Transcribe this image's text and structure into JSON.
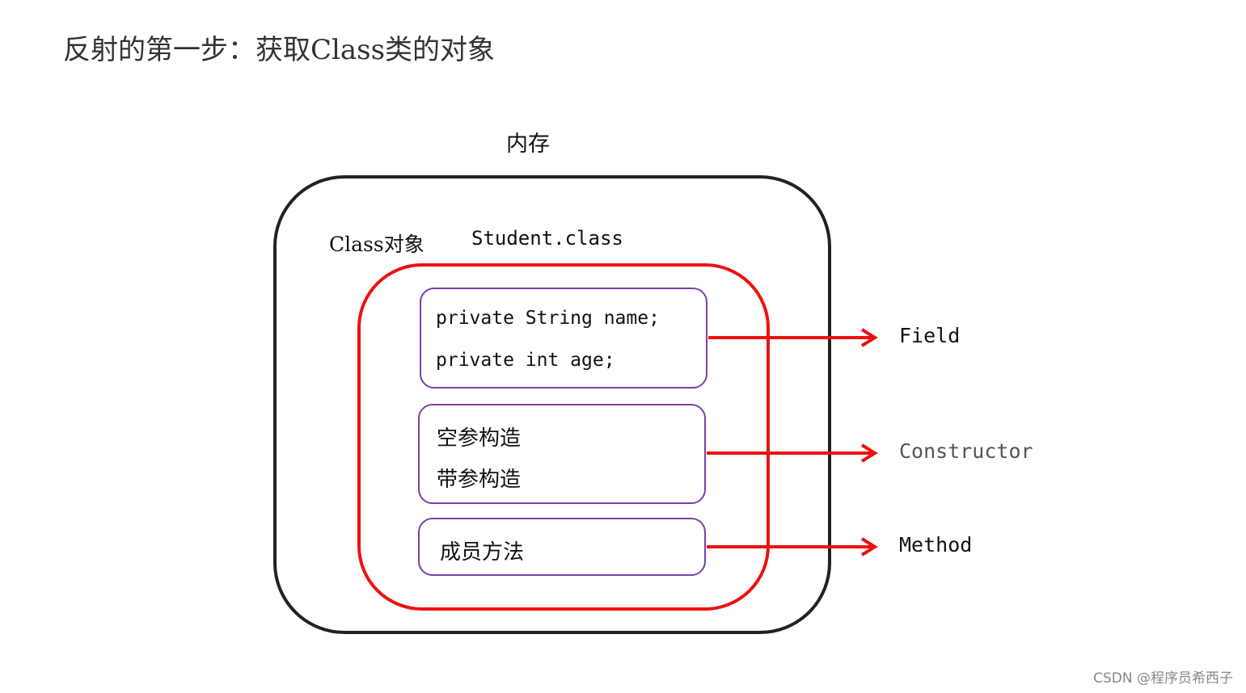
{
  "title": "反射的第一步：获取Class类的对象",
  "memory_label": "内存",
  "class_object_label": "Class对象",
  "class_file_label": "Student.class",
  "fields": {
    "lines": [
      "private String name;",
      "private int age;"
    ]
  },
  "constructors": {
    "lines": [
      "空参构造",
      "带参构造"
    ]
  },
  "methods": {
    "lines": [
      "成员方法"
    ]
  },
  "targets": {
    "field": "Field",
    "constructor": "Constructor",
    "method": "Method"
  },
  "colors": {
    "outer_border": "#222222",
    "class_border": "#ee1111",
    "member_border": "#7a3fa8",
    "arrow": "#ee1111",
    "constructor_label": "#555555"
  },
  "watermark": "CSDN @程序员希西子"
}
